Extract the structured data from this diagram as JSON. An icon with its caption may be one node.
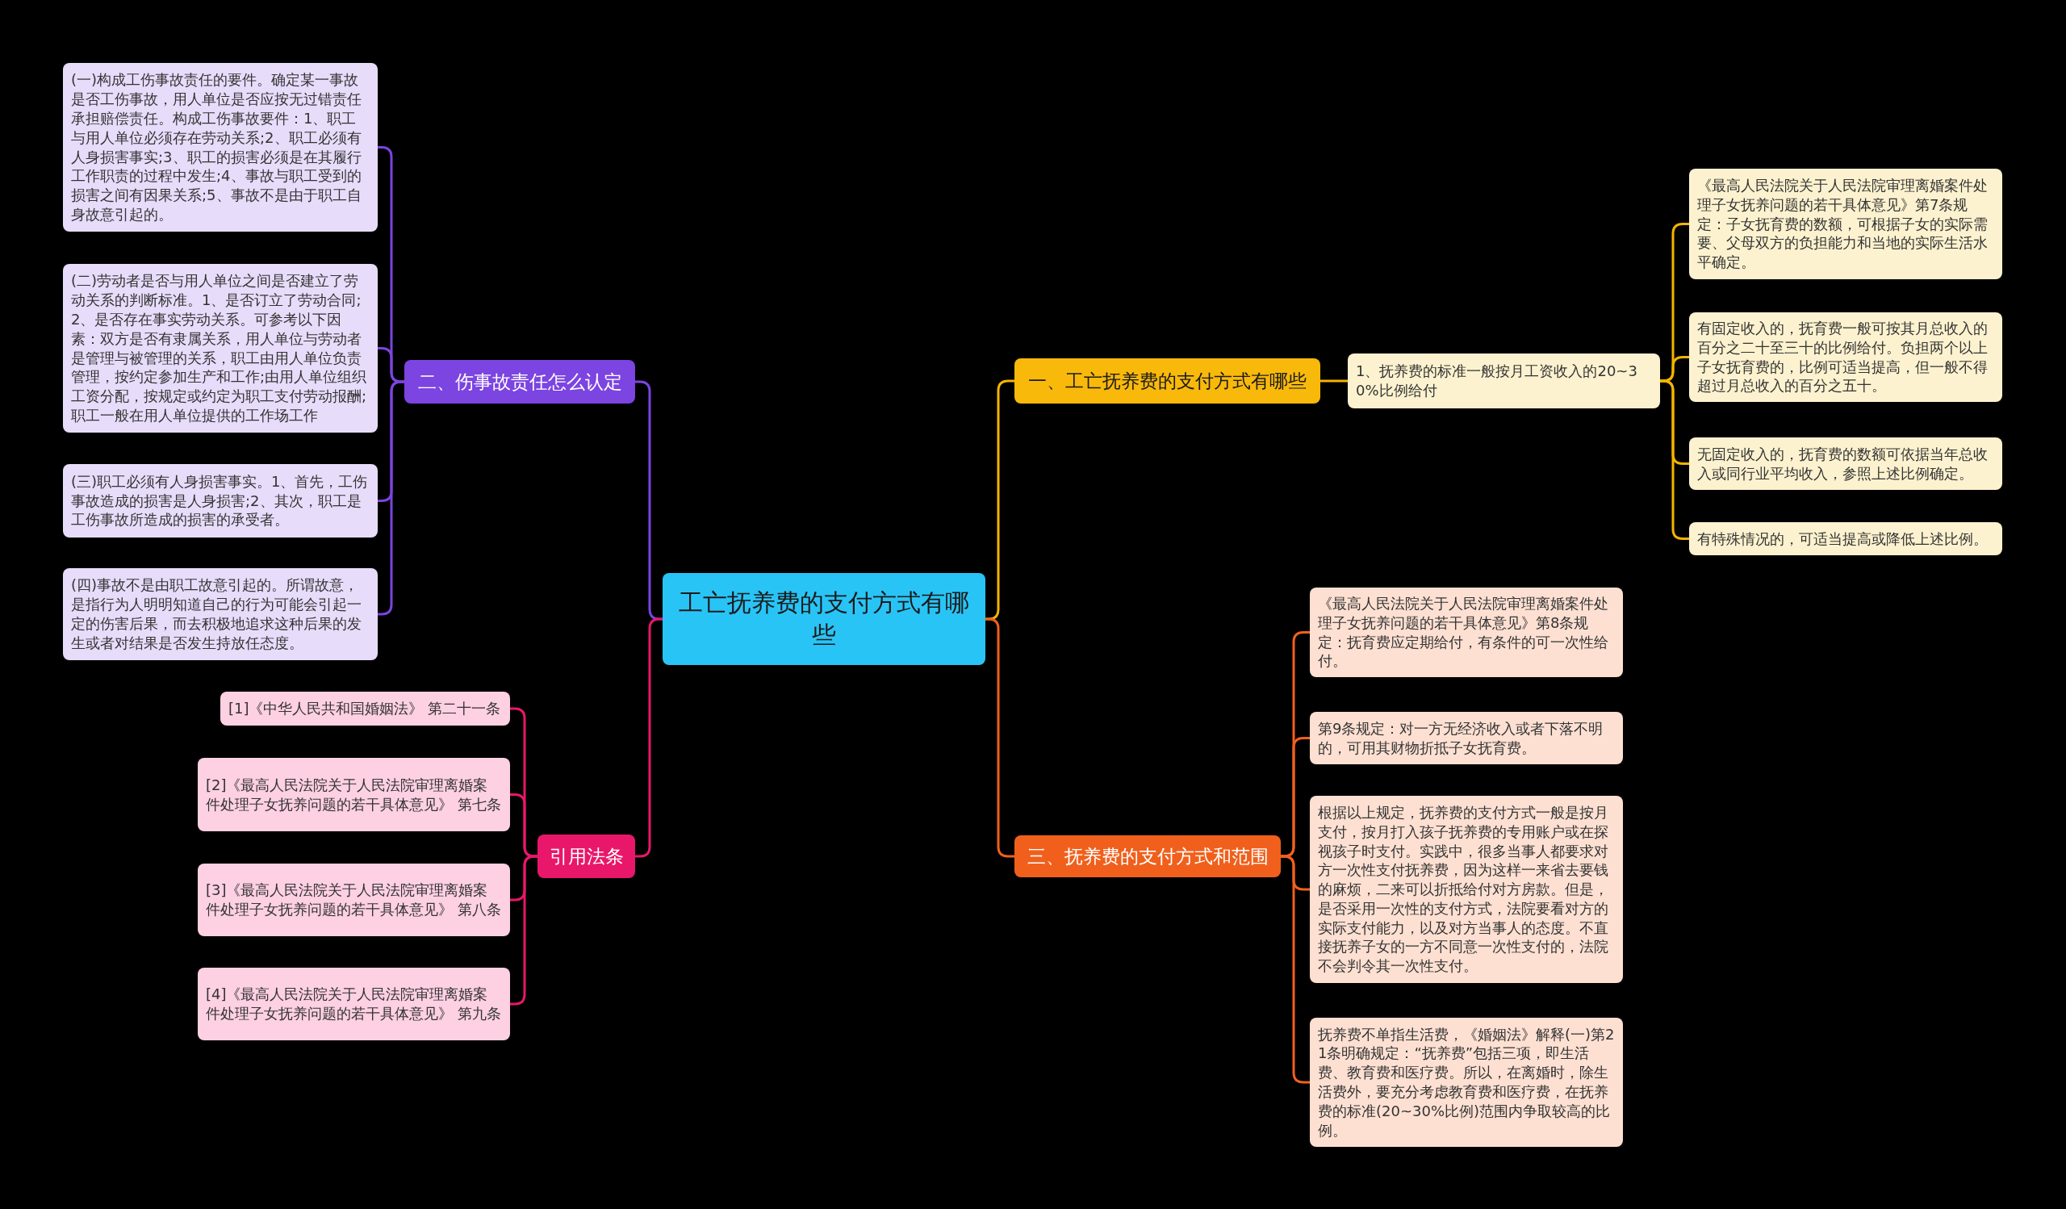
{
  "diagram": {
    "nodes": [
      {
        "text": [
          "工亡抚养费的支付方式有哪些"
        ]
      },
      {
        "text": [
          "一、工亡抚养费的支付方式有哪些"
        ]
      },
      {
        "text": [
          "1、抚养费的标准一般按月工资收入的20~30%比例给付"
        ]
      },
      {
        "text": [
          "《最高人民法院关于人民法院审理离婚案件处理子女抚养问题的若干具体意见》第7条规定：子女抚育费的数额，可根据子女的实际需要、父母双方的负担能力和当地的实际生活水平确定。"
        ]
      },
      {
        "text": [
          "有固定收入的，抚育费一般可按其月总收入的百分之二十至三十的比例给付。负担两个以上子女抚育费的，比例可适当提高，但一般不得超过月总收入的百分之五十。"
        ]
      },
      {
        "text": [
          "无固定收入的，抚育费的数额可依据当年总收入或同行业平均收入，参照上述比例确定。"
        ]
      },
      {
        "text": [
          "有特殊情况的，可适当提高或降低上述比例。"
        ]
      },
      {
        "text": [
          "三、抚养费的支付方式和范围"
        ]
      },
      {
        "text": [
          "《最高人民法院关于人民法院审理离婚案件处理子女抚养问题的若干具体意见》第8条规定：抚育费应定期给付，有条件的可一次性给付。"
        ]
      },
      {
        "text": [
          "第9条规定：对一方无经济收入或者下落不明的，可用其财物折抵子女抚育费。"
        ]
      },
      {
        "text": [
          "根据以上规定，抚养费的支付方式一般是按月支付，按月打入孩子抚养费的专用账户或在探视孩子时支付。实践中，很多当事人都要求对方一次性支付抚养费，因为这样一来省去要钱的麻烦，二来可以折抵给付对方房款。但是，是否采用一次性的支付方式，法院要看对方的实际支付能力，以及对方当事人的态度。不直接抚养子女的一方不同意一次性支付的，法院不会判令其一次性支付。"
        ]
      },
      {
        "text": [
          "抚养费不单指生活费，《婚姻法》解释(一)第21条明确规定：“抚养费”包括三项，即生活费、教育费和医疗费。所以，在离婚时，除生活费外，要充分考虑教育费和医疗费，在抚养费的标准(20~30%比例)范围内争取较高的比例。"
        ]
      },
      {
        "text": [
          "二、伤事故责任怎么认定"
        ]
      },
      {
        "text": [
          "(一)构成工伤事故责任的要件。确定某一事故是否工伤事故，用人单位是否应按无过错责任承担赔偿责任。构成工伤事故要件：1、职工与用人单位必须存在劳动关系;2、职工必须有人身损害事实;3、职工的损害必须是在其履行工作职责的过程中发生;4、事故与职工受到的损害之间有因果关系;5、事故不是由于职工自身故意引起的。"
        ]
      },
      {
        "text": [
          "(二)劳动者是否与用人单位之间是否建立了劳动关系的判断标准。1、是否订立了劳动合同;2、是否存在事实劳动关系。可参考以下因素：双方是否有隶属关系，用人单位与劳动者是管理与被管理的关系，职工由用人单位负责管理，按约定参加生产和工作;由用人单位组织工资分配，按规定或约定为职工支付劳动报酬;职工一般在用人单位提供的工作场工作"
        ]
      },
      {
        "text": [
          "(三)职工必须有人身损害事实。1、首先，工伤事故造成的损害是人身损害;2、其次，职工是工伤事故所造成的损害的承受者。"
        ]
      },
      {
        "text": [
          "(四)事故不是由职工故意引起的。所谓故意，是指行为人明明知道自己的行为可能会引起一定的伤害后果，而去积极地追求这种后果的发生或者对结果是否发生持放任态度。"
        ]
      },
      {
        "text": [
          "引用法条"
        ]
      },
      {
        "text": [
          "[1]《中华人民共和国婚姻法》 第二十一条"
        ]
      },
      {
        "text": [
          "[2]《最高人民法院关于人民法院审理离婚案件处理子女抚养问题的若干具体意见》 第七条"
        ]
      },
      {
        "text": [
          "[3]《最高人民法院关于人民法院审理离婚案件处理子女抚养问题的若干具体意见》 第八条"
        ]
      },
      {
        "text": [
          "[4]《最高人民法院关于人民法院审理离婚案件处理子女抚养问题的若干具体意见》 第九条"
        ]
      }
    ],
    "edges": [
      {
        "from": 0,
        "to": 1,
        "arrow": "none",
        "color": "#f5b400"
      },
      {
        "from": 1,
        "to": 2,
        "arrow": "none",
        "color": "#f5b400"
      },
      {
        "from": 2,
        "to": 3,
        "arrow": "none",
        "color": "#f5b400"
      },
      {
        "from": 2,
        "to": 4,
        "arrow": "none",
        "color": "#f5b400"
      },
      {
        "from": 2,
        "to": 5,
        "arrow": "none",
        "color": "#f5b400"
      },
      {
        "from": 2,
        "to": 6,
        "arrow": "none",
        "color": "#f5b400"
      },
      {
        "from": 0,
        "to": 7,
        "arrow": "none",
        "color": "#f0601c"
      },
      {
        "from": 7,
        "to": 8,
        "arrow": "none",
        "color": "#f0601c"
      },
      {
        "from": 7,
        "to": 9,
        "arrow": "none",
        "color": "#f0601c"
      },
      {
        "from": 7,
        "to": 10,
        "arrow": "none",
        "color": "#f0601c"
      },
      {
        "from": 7,
        "to": 11,
        "arrow": "none",
        "color": "#f0601c"
      },
      {
        "from": 0,
        "to": 12,
        "arrow": "none",
        "color": "#7c44e0"
      },
      {
        "from": 12,
        "to": 13,
        "arrow": "none",
        "color": "#7c44e0"
      },
      {
        "from": 12,
        "to": 14,
        "arrow": "none",
        "color": "#7c44e0"
      },
      {
        "from": 12,
        "to": 15,
        "arrow": "none",
        "color": "#7c44e0"
      },
      {
        "from": 12,
        "to": 16,
        "arrow": "none",
        "color": "#7c44e0"
      },
      {
        "from": 0,
        "to": 17,
        "arrow": "none",
        "color": "#e8176a"
      },
      {
        "from": 17,
        "to": 18,
        "arrow": "none",
        "color": "#e8176a"
      },
      {
        "from": 17,
        "to": 19,
        "arrow": "none",
        "color": "#e8176a"
      },
      {
        "from": 17,
        "to": 20,
        "arrow": "none",
        "color": "#e8176a"
      },
      {
        "from": 17,
        "to": 21,
        "arrow": "none",
        "color": "#e8176a"
      }
    ]
  }
}
